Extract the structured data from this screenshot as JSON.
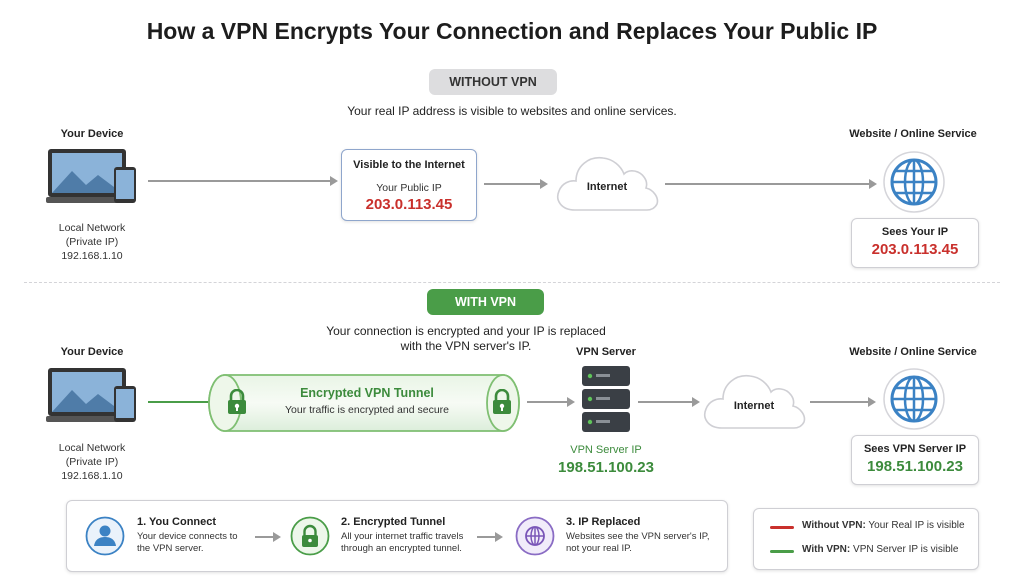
{
  "title": "How a VPN Encrypts Your Connection and Replaces Your Public IP",
  "without_vpn": {
    "badge": "WITHOUT VPN",
    "subtitle": "Your real IP address is visible to websites and online services.",
    "device_label": "Your Device",
    "local_network_line1": "Local Network",
    "local_network_line2": "(Private IP)",
    "local_ip": "192.168.1.10",
    "visible_box_title": "Visible to the Internet",
    "visible_box_label": "Your Public IP",
    "public_ip": "203.0.113.45",
    "internet_label": "Internet",
    "website_label": "Website / Online Service",
    "sees_label": "Sees Your IP",
    "sees_ip": "203.0.113.45"
  },
  "with_vpn": {
    "badge": "WITH VPN",
    "subtitle_line1": "Your connection is encrypted and your IP is replaced",
    "subtitle_line2": "with the VPN server's IP.",
    "device_label": "Your Device",
    "local_network_line1": "Local Network",
    "local_network_line2": "(Private IP)",
    "local_ip": "192.168.1.10",
    "tunnel_title": "Encrypted VPN Tunnel",
    "tunnel_subtitle": "Your traffic is encrypted and secure",
    "server_label": "VPN Server",
    "server_ip_label": "VPN Server IP",
    "server_ip": "198.51.100.23",
    "internet_label": "Internet",
    "website_label": "Website / Online Service",
    "sees_label": "Sees VPN Server IP",
    "sees_ip": "198.51.100.23"
  },
  "steps": [
    {
      "title": "1. You Connect",
      "line1": "Your device connects to",
      "line2": "the VPN server.",
      "icon": "user-icon"
    },
    {
      "title": "2. Encrypted Tunnel",
      "line1": "All your internet traffic travels",
      "line2": "through an encrypted tunnel.",
      "icon": "lock-icon"
    },
    {
      "title": "3. IP Replaced",
      "line1": "Websites see the VPN server's IP,",
      "line2": "not your real IP.",
      "icon": "globe-icon"
    }
  ],
  "legend": {
    "without_bold": "Without VPN:",
    "without_text": " Your Real IP is visible",
    "with_bold": "With VPN:",
    "with_text": " VPN Server IP is visible"
  },
  "colors": {
    "red": "#c9302c",
    "green": "#4a9d48",
    "blue": "#3b82c4",
    "gray_arrow": "#9a9a9a"
  }
}
